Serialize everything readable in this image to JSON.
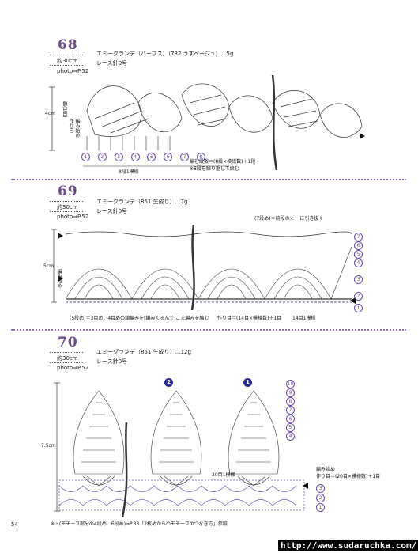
{
  "patterns": [
    {
      "number": "68",
      "size": "約30cm",
      "photo_ref": "photo⇒P.52",
      "yarn": "エミーグランデ（ハーブス）（732 うすベージュ）…5g",
      "hook": "レース針0号",
      "height_label": "4cm",
      "side_labels": [
        "編み始め",
        "作り目",
        "鎖(1目)"
      ],
      "rows_note": "編む段数＝(8段×模様数)＋1段",
      "repeat_note": "※8段を繰り返して編む",
      "repeat_label": "8段1模様",
      "row_numbers": [
        "1",
        "2",
        "3",
        "4",
        "5",
        "6",
        "7",
        "8"
      ]
    },
    {
      "number": "69",
      "size": "約30cm",
      "photo_ref": "photo⇒P.52",
      "yarn": "エミーグランデ（851 生成り）…7g",
      "hook": "レース針0号",
      "height_label": "5cm",
      "side_label": "編み始め",
      "top_note": "(7段め)＝前段の×・ に引き抜く",
      "bottom_note": "(5段め)＝3目め、4目めの鎖編みを[編みくるんで]こま編みを編む",
      "foundation_note": "作り目＝(14目×模様数)＋1目",
      "repeat_label": "14目1模様",
      "row_numbers": [
        "1",
        "2",
        "3",
        "4",
        "5",
        "6",
        "7"
      ]
    },
    {
      "number": "70",
      "size": "約30cm",
      "photo_ref": "photo⇒P.52",
      "yarn": "エミーグランデ（851 生成り）…12g",
      "hook": "レース針0号",
      "height_label": "7.5cm",
      "motif_labels": [
        "2",
        "1"
      ],
      "start_note": "編み始め",
      "foundation_note": "作り目＝(20目×模様数)＋1目",
      "repeat_label": "20目1模様",
      "footnote": "※・(モチーフ部分の4段め、6段め)⇒P.33「2枚めからのモチーフのつなぎ方」参照",
      "row_numbers": [
        "1",
        "2",
        "3",
        "4",
        "5",
        "6",
        "7",
        "8",
        "9",
        "10"
      ]
    }
  ],
  "page_number": "54",
  "watermark": "http://www.sudaruchka.com/",
  "colors": {
    "accent": "#6d4a92",
    "dots": "#8a66b8",
    "motif": "#2b2a8c"
  }
}
